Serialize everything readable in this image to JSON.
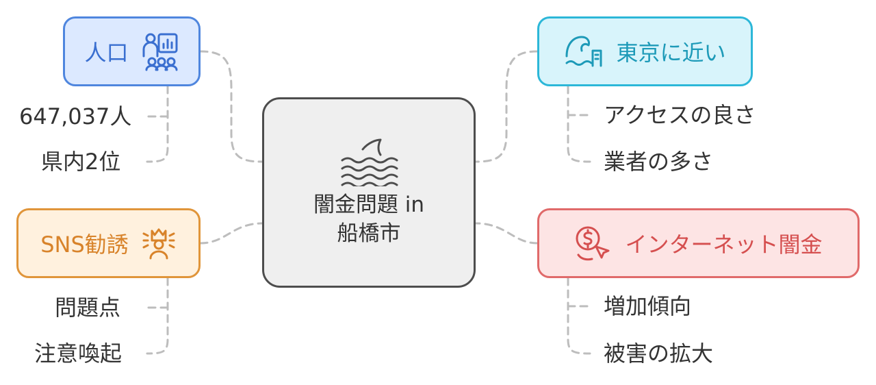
{
  "center": {
    "title_line1": "闇金問題 in",
    "title_line2": "船橋市",
    "icon": "shark-fin-waves-icon"
  },
  "population": {
    "label": "人口",
    "icon": "people-chart-icon",
    "items": [
      "647,037人",
      "県内2位"
    ],
    "color": "#4f86de"
  },
  "tokyo": {
    "label": "東京に近い",
    "icon": "wave-building-icon",
    "items": [
      "アクセスの良さ",
      "業者の多さ"
    ],
    "color": "#2cb7d8"
  },
  "sns": {
    "label": "SNS勧誘",
    "icon": "person-announce-icon",
    "items": [
      "問題点",
      "注意喚起"
    ],
    "color": "#e0953a"
  },
  "internet": {
    "label": "インターネット闇金",
    "icon": "dollar-cursor-icon",
    "items": [
      "増加傾向",
      "被害の拡大"
    ],
    "color": "#e06a6a"
  }
}
